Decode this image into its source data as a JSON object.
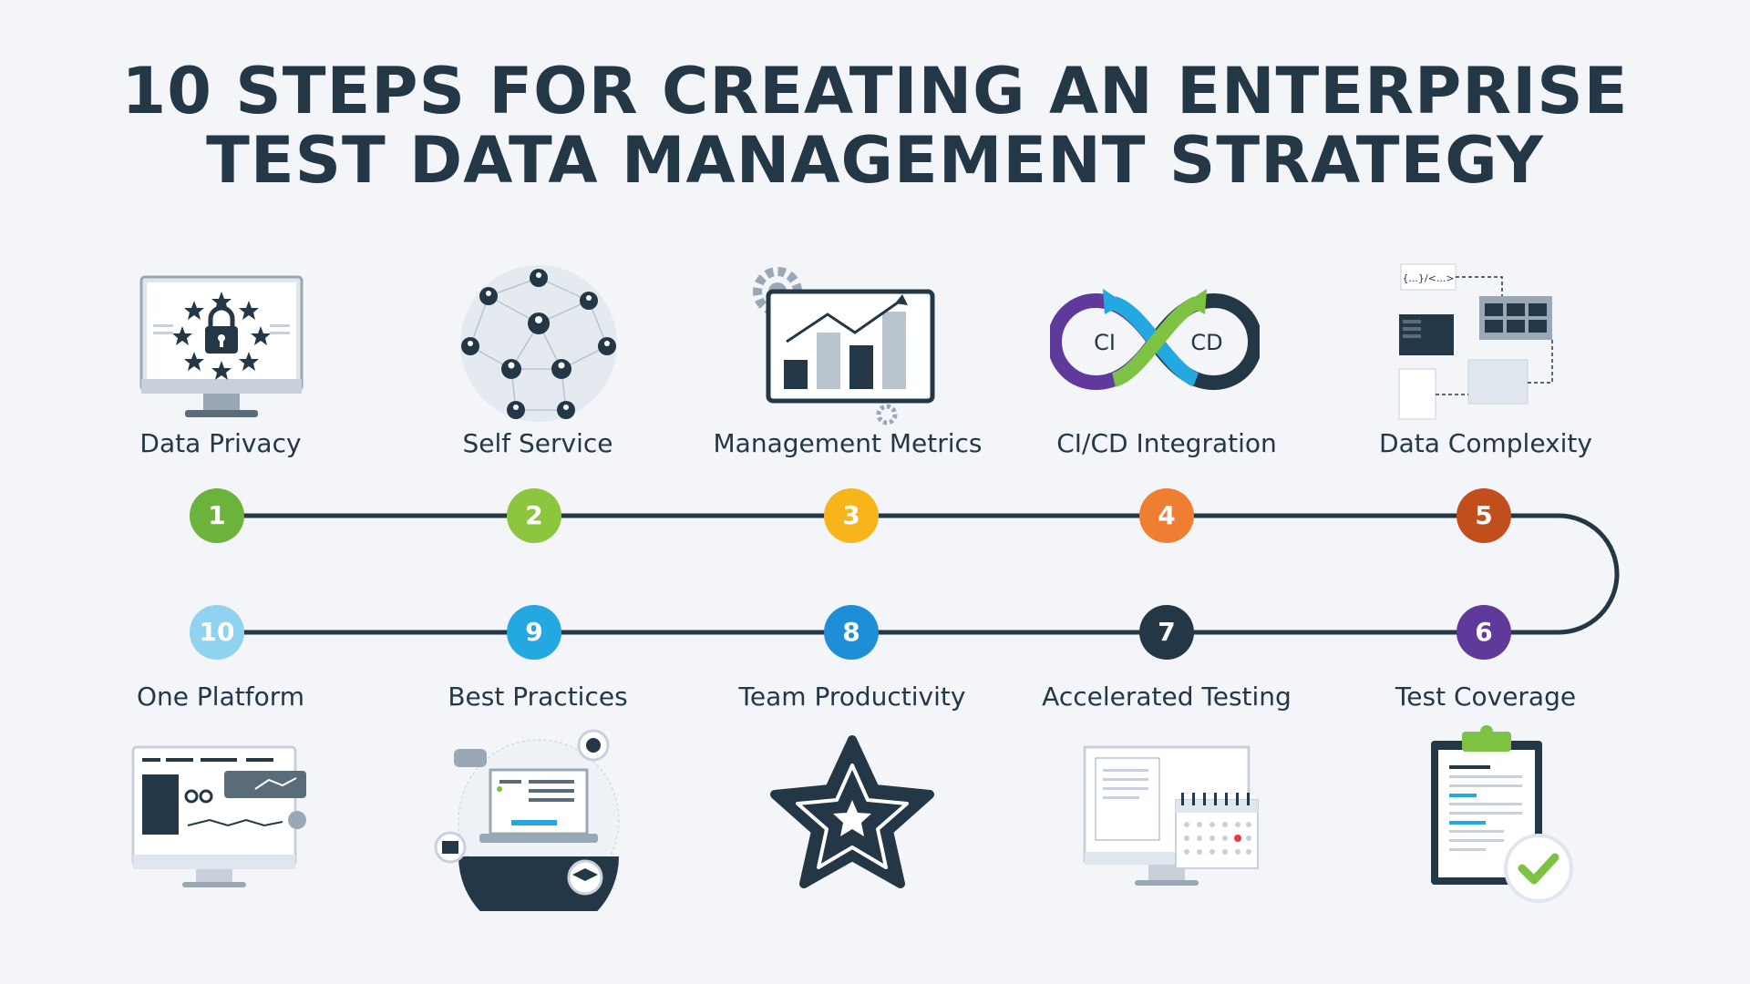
{
  "title": {
    "line1": "10 STEPS FOR CREATING AN ENTERPRISE",
    "line2": "TEST DATA MANAGEMENT STRATEGY"
  },
  "icons": {
    "ci": "CI",
    "cd": "CD",
    "code_snippet": "{...}/<...>"
  },
  "steps": [
    {
      "number": "1",
      "label": "Data Privacy",
      "color": "#6bb33b",
      "icon": "lock-stars-monitor-icon"
    },
    {
      "number": "2",
      "label": "Self Service",
      "color": "#8cc63f",
      "icon": "user-network-icon"
    },
    {
      "number": "3",
      "label": "Management Metrics",
      "color": "#f7b51b",
      "icon": "bar-chart-gears-icon"
    },
    {
      "number": "4",
      "label": "CI/CD Integration",
      "color": "#ef7d32",
      "icon": "ci-cd-infinity-icon"
    },
    {
      "number": "5",
      "label": "Data Complexity",
      "color": "#c24e1b",
      "icon": "data-flow-icon"
    },
    {
      "number": "6",
      "label": "Test Coverage",
      "color": "#5f3a9b",
      "icon": "clipboard-check-icon"
    },
    {
      "number": "7",
      "label": "Accelerated Testing",
      "color": "#233746",
      "icon": "monitor-calendar-icon"
    },
    {
      "number": "8",
      "label": "Team Productivity",
      "color": "#1e8fd6",
      "icon": "star-icon"
    },
    {
      "number": "9",
      "label": "Best Practices",
      "color": "#23a8e0",
      "icon": "laptop-tools-icon"
    },
    {
      "number": "10",
      "label": "One Platform",
      "color": "#8fd3f1",
      "icon": "dashboard-monitor-icon"
    }
  ],
  "colors": {
    "text": "#233746",
    "line": "#233746",
    "background": "#f3f5f9"
  }
}
